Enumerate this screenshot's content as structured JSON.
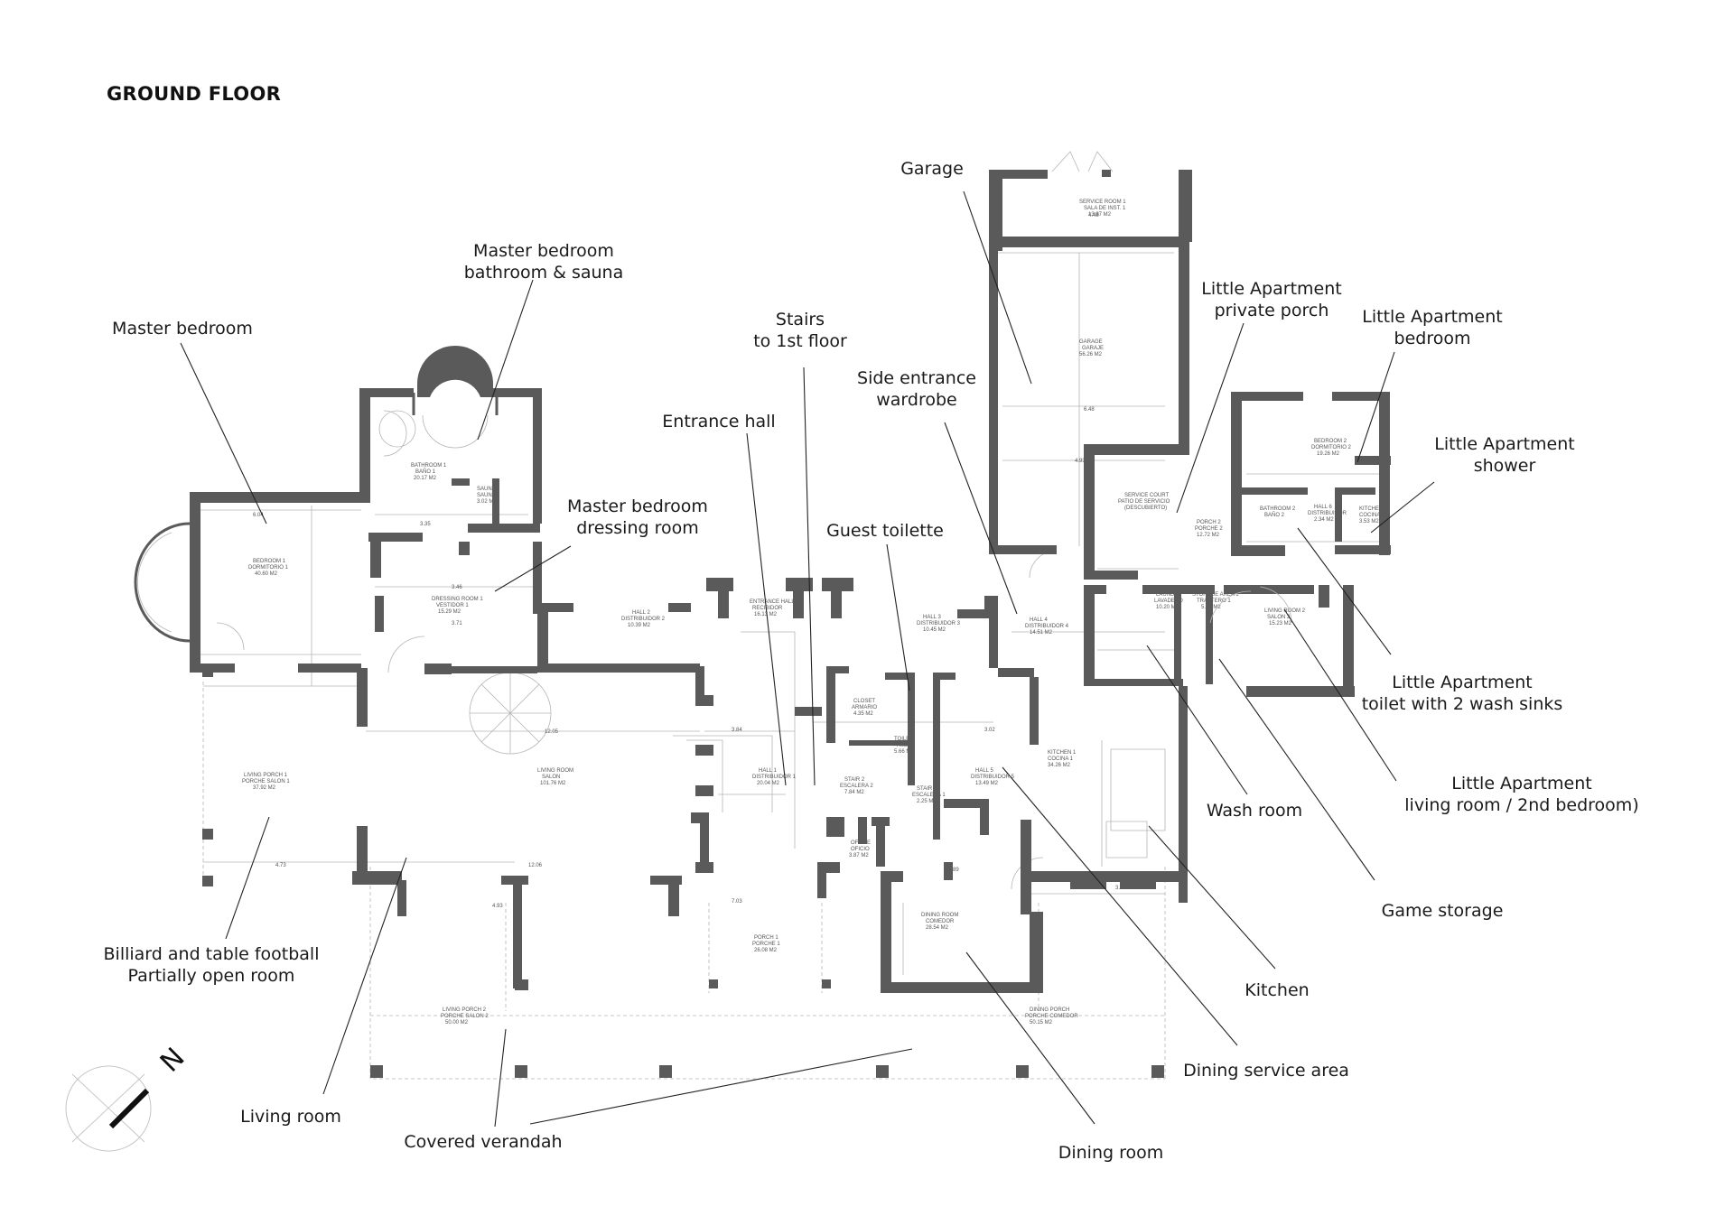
{
  "title": "GROUND FLOOR",
  "labels": [
    {
      "id": "garage",
      "lines": [
        "Garage"
      ]
    },
    {
      "id": "master-bath",
      "lines": [
        "Master bedroom",
        "bathroom & sauna"
      ]
    },
    {
      "id": "little-porch",
      "lines": [
        "Little Apartment",
        "private porch"
      ]
    },
    {
      "id": "little-bedroom",
      "lines": [
        "Little Apartment",
        "bedroom"
      ]
    },
    {
      "id": "master-bedroom",
      "lines": [
        "Master bedroom"
      ]
    },
    {
      "id": "stairs",
      "lines": [
        "Stairs",
        "to 1st floor"
      ]
    },
    {
      "id": "side-wardrobe",
      "lines": [
        "Side entrance",
        "wardrobe"
      ]
    },
    {
      "id": "little-shower",
      "lines": [
        "Little Apartment",
        "shower"
      ]
    },
    {
      "id": "entrance-hall",
      "lines": [
        "Entrance hall"
      ]
    },
    {
      "id": "dressing",
      "lines": [
        "Master bedroom",
        "dressing room"
      ]
    },
    {
      "id": "guest-toilette",
      "lines": [
        "Guest toilette"
      ]
    },
    {
      "id": "little-toilet",
      "lines": [
        "Little Apartment",
        "toilet with 2 wash sinks"
      ]
    },
    {
      "id": "little-living",
      "lines": [
        "Little Apartment",
        "living room / 2nd bedroom)"
      ]
    },
    {
      "id": "wash-room",
      "lines": [
        "Wash room"
      ]
    },
    {
      "id": "game-storage",
      "lines": [
        "Game storage"
      ]
    },
    {
      "id": "billiard",
      "lines": [
        "Billiard and table football",
        "Partially open room"
      ]
    },
    {
      "id": "kitchen",
      "lines": [
        "Kitchen"
      ]
    },
    {
      "id": "dining-service",
      "lines": [
        "Dining service area"
      ]
    },
    {
      "id": "living-room",
      "lines": [
        "Living room"
      ]
    },
    {
      "id": "covered-verandah",
      "lines": [
        "Covered verandah"
      ]
    },
    {
      "id": "dining-room",
      "lines": [
        "Dining room"
      ]
    }
  ],
  "compass": {
    "letter": "N",
    "icon": "north-arrow-icon"
  },
  "colors": {
    "wall": "#5a5a5a",
    "text": "#1a1a1a",
    "thin_line": "#b5b5b5"
  }
}
